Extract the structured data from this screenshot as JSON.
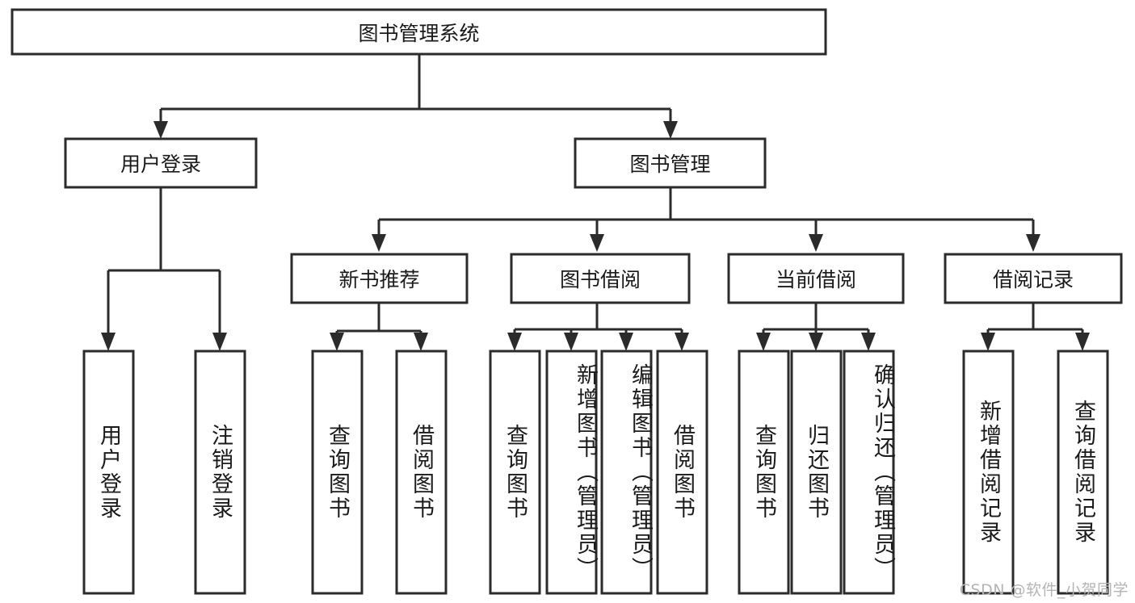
{
  "diagram": {
    "title": "图书管理系统",
    "type": "tree-hierarchy-flowchart",
    "colors": {
      "stroke": "#2b2b2b",
      "fill": "#ffffff",
      "text": "#1a1a1a",
      "watermark": "#b4b4b4",
      "background": "#ffffff"
    },
    "root": {
      "label": "图书管理系统"
    },
    "level2": [
      {
        "label": "用户登录"
      },
      {
        "label": "图书管理"
      }
    ],
    "level3": [
      {
        "label": "新书推荐"
      },
      {
        "label": "图书借阅"
      },
      {
        "label": "当前借阅"
      },
      {
        "label": "借阅记录"
      }
    ],
    "leaves": {
      "user_login": [
        {
          "label": "用户登录"
        },
        {
          "label": "注销登录"
        }
      ],
      "new_book_recommend": [
        {
          "label": "查询图书"
        },
        {
          "label": "借阅图书"
        }
      ],
      "book_borrow": [
        {
          "label": "查询图书"
        },
        {
          "label": "新增图书（管理员）"
        },
        {
          "label": "编辑图书（管理员）"
        },
        {
          "label": "借阅图书"
        }
      ],
      "current_borrow": [
        {
          "label": "查询图书"
        },
        {
          "label": "归还图书"
        },
        {
          "label": "确认归还（管理员）"
        }
      ],
      "borrow_record": [
        {
          "label": "新增借阅记录"
        },
        {
          "label": "查询借阅记录"
        }
      ]
    }
  },
  "watermark": {
    "text": "CSDN @软件_小贺同学"
  }
}
